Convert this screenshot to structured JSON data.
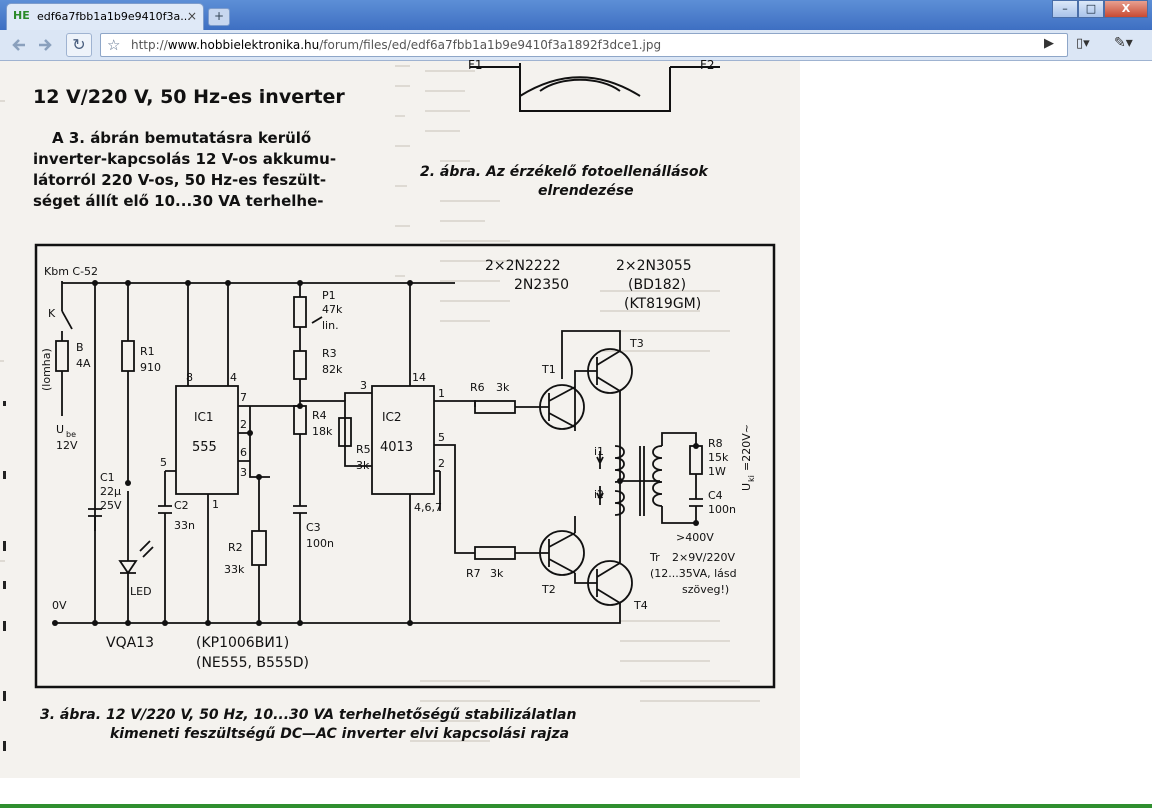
{
  "browser": {
    "tab": {
      "favicon": "HE",
      "title": "edf6a7fbb1a1b9e9410f3a...",
      "close": "×"
    },
    "new_tab": "+",
    "window": {
      "minimize": "–",
      "maximize": "□",
      "close": "X"
    },
    "back_icon": "back-arrow-icon",
    "forward_icon": "forward-arrow-icon",
    "reload": "↻",
    "star": "☆",
    "url_prefix": "http://",
    "url_host": "www.hobbielektronika.hu",
    "url_path": "/forum/files/ed/edf6a7fbb1a1b9e9410f3a1892f3dce1.jpg",
    "go": "▶",
    "page_menu": "▯▾",
    "tools_menu": "✎▾"
  },
  "scan": {
    "article_title": "12 V/220 V, 50 Hz-es inverter",
    "intro_lines": [
      "A 3. ábrán bemutatásra kerülő",
      "inverter-kapcsolás 12 V-os akkumu-",
      "látorról 220 V-os, 50 Hz-es feszült-",
      "séget állít elő 10...30 VA terhelhe-"
    ],
    "fig2_caption": [
      "2. ábra. Az érzékelő fotoellenállások",
      "elrendezése"
    ],
    "fig2_labels": [
      "F1",
      "F2"
    ],
    "fig3_caption": [
      "3. ábra. 12 V/220 V, 50 Hz, 10...30 VA terhelhetőségű stabilizálatlan",
      "kimeneti feszültségű DC—AC inverter elvi kapcsolási rajza"
    ],
    "circuit": {
      "kbm": "Kbm C-52",
      "k": "K",
      "b": "B",
      "b_val": "4A",
      "lomha": "(lomha)",
      "ube": "U",
      "ube_sub": "be",
      "ube_val": "12V",
      "r1": "R1",
      "r1_val": "910",
      "c1": "C1",
      "c1_val1": "22µ",
      "c1_val2": "25V",
      "led": "LED",
      "zero": "0V",
      "ic1": "IC1",
      "ic1_type": "555",
      "ic1_pins": [
        "8",
        "4",
        "7",
        "2",
        "6",
        "3",
        "5",
        "1"
      ],
      "c2": "C2",
      "c2_val": "33n",
      "r2": "R2",
      "r2_val": "33k",
      "p1": "P1",
      "p1_val": "47k",
      "p1_type": "lin.",
      "r3": "R3",
      "r3_val": "82k",
      "r4": "R4",
      "r4_val": "18k",
      "r5": "R5",
      "r5_val": "3k",
      "c3": "C3",
      "c3_val": "100n",
      "ic2": "IC2",
      "ic2_type": "4013",
      "ic2_pins": [
        "14",
        "1",
        "3",
        "5",
        "2",
        "4,6,7"
      ],
      "r6": "R6",
      "r6_val": "3k",
      "r7": "R7",
      "r7_val": "3k",
      "t1": "T1",
      "t2": "T2",
      "t3": "T3",
      "t4": "T4",
      "hdr_line1a": "2×2N2222",
      "hdr_line1b": "2×2N3055",
      "hdr_line2a": "2N2350",
      "hdr_line2b": "(BD182)",
      "hdr_line3b": "(KT819GM)",
      "i1": "i1",
      "i2": "i2",
      "r8": "R8",
      "r8_val1": "15k",
      "r8_val2": "1W",
      "c4": "C4",
      "c4_val": "100n",
      "uki": "U",
      "uki_sub": "ki",
      "uki_val": "=220V~",
      "v400": ">400V",
      "tr": "Tr",
      "tr_val": "2×9V/220V",
      "tr_note1": "(12...35VA, lásd",
      "tr_note2": "szöveg!)",
      "vqa": "VQA13",
      "kp": "(KP1006BИ1)",
      "ne": "(NE555, B555D)"
    }
  }
}
